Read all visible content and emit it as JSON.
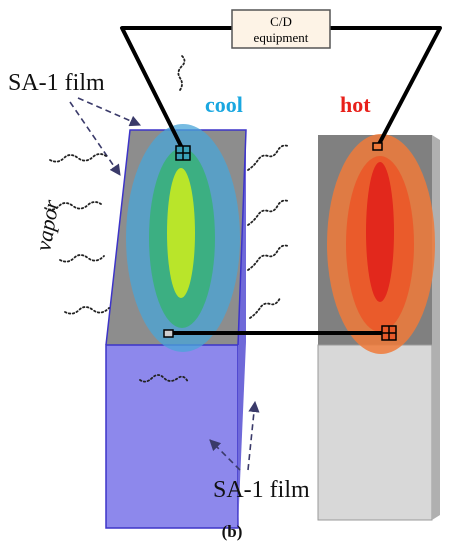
{
  "equipment_label_line1": "C/D",
  "equipment_label_line2": "equipment",
  "label_cool": "cool",
  "label_hot": "hot",
  "label_vapor": "vapor",
  "label_film_top": "SA-1 film",
  "label_film_bottom": "SA-1 film",
  "caption": "(b)",
  "colors": {
    "cool_text": "#1aa7e0",
    "hot_text": "#e8201a",
    "film_blue": "#7b74e6",
    "block_gray": "#8a8a8a",
    "block_light": "#d6d6d6",
    "wire": "#000000"
  }
}
